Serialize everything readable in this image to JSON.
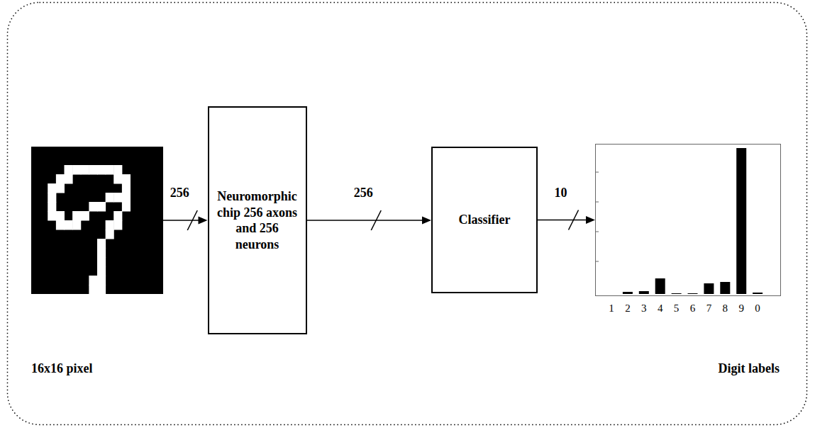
{
  "diagram": {
    "nodes": [
      {
        "text": [
          "16x16 pixel"
        ]
      },
      {
        "text": [
          "Neuromorphic chip 256 axons and 256 neurons"
        ]
      },
      {
        "text": [
          "Classifier"
        ]
      },
      {
        "text": [
          "Digit labels"
        ]
      }
    ],
    "edges": [
      {
        "from": 0,
        "to": 1,
        "arrow": "to",
        "label": "256"
      },
      {
        "from": 1,
        "to": 2,
        "arrow": "to",
        "label": "256"
      },
      {
        "from": 2,
        "to": 3,
        "arrow": "to",
        "label": "10"
      }
    ],
    "labels": [
      "1",
      "2",
      "3",
      "4",
      "5",
      "6",
      "7",
      "8",
      "9",
      "0"
    ]
  }
}
